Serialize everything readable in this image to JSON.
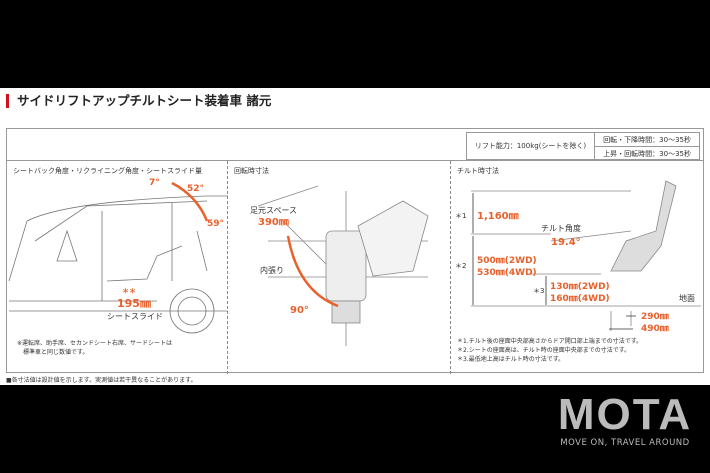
{
  "title": "サイドリフトアップチルトシート装着車 諸元",
  "spec": {
    "lift_capacity": "リフト能力：100kg(シートを除く)",
    "times": [
      "回転・下降時間：30～35秒",
      "上昇・回転時間：30～35秒"
    ]
  },
  "sections": [
    {
      "label": "シートバック角度・リクライニング角度・シートスライド量",
      "values": [
        "7°",
        "52°",
        "59°",
        "195㎜"
      ],
      "slide_label": "シートスライド",
      "marks": "＊＊",
      "note": [
        "※運転席、助手席、セカンドシート右席、サードシートは",
        "標準車と同じ数値です。"
      ]
    },
    {
      "label": "回転時寸法",
      "space_label": "足元スペース",
      "space_value": "390㎜",
      "wall_label": "内張り",
      "angle": "90°"
    },
    {
      "label": "チルト時寸法",
      "h1_mark": "＊1",
      "h1": "1,160㎜",
      "tilt_label": "チルト角度",
      "tilt": "19.4°",
      "h2_mark": "＊2",
      "h2": [
        "500㎜(2WD)",
        "530㎜(4WD)"
      ],
      "h3_mark": "＊3",
      "h3": [
        "130㎜(2WD)",
        "160㎜(4WD)"
      ],
      "ground": "地面",
      "d": [
        "290㎜",
        "490㎜"
      ],
      "notes": [
        "＊1.チルト後の座面中央部高さからドア開口部上端までの寸法です。",
        "＊2.シートの座面高は、チルト時の座面中央部までの寸法です。",
        "＊3.最低地上高はチルト時の寸法です。"
      ]
    }
  ],
  "footer": "■各寸法値は設計値を示します。実測値は若干異なることがあります。",
  "watermark": {
    "logo": "MOTA",
    "tagline": "MOVE ON, TRAVEL AROUND"
  },
  "colors": {
    "accent": "#e8612c",
    "title_bar": "#d0101e"
  }
}
